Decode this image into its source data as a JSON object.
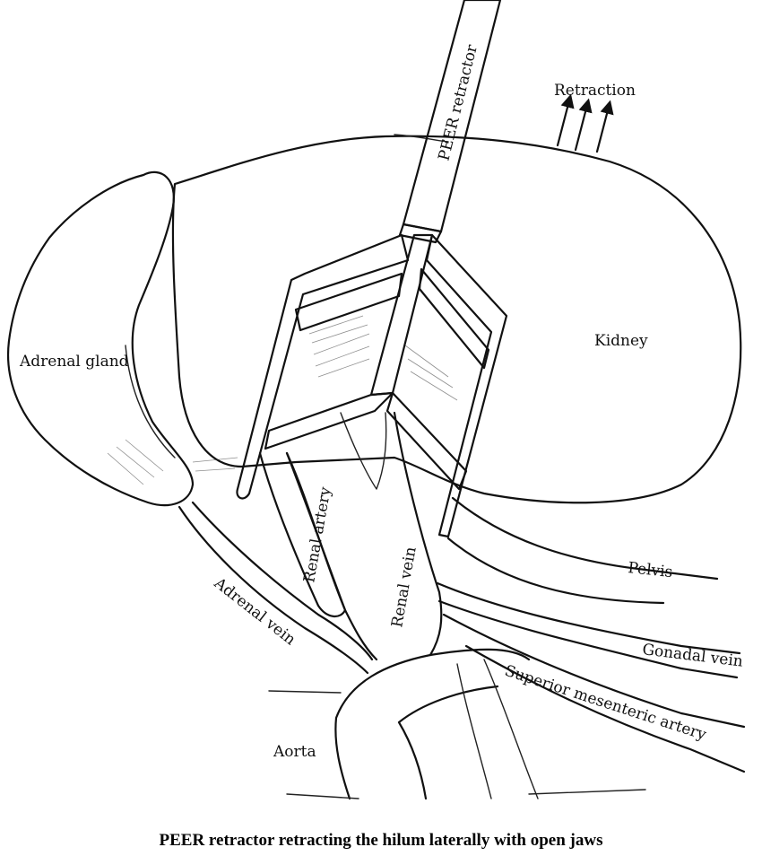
{
  "labels": {
    "retractor": "PEER  retractor",
    "retraction": "Retraction",
    "kidney": "Kidney",
    "adrenal_gland": "Adrenal gland",
    "renal_artery": "Renal artery",
    "renal_vein": "Renal vein",
    "adrenal_vein": "Adrenal vein",
    "pelvis": "Pelvis",
    "gonadal_vein": "Gonadal vein",
    "superior_mesenteric_artery": "Superior mesenteric artery",
    "aorta": "Aorta"
  },
  "caption": "PEER retractor retracting the hilum laterally with open jaws"
}
